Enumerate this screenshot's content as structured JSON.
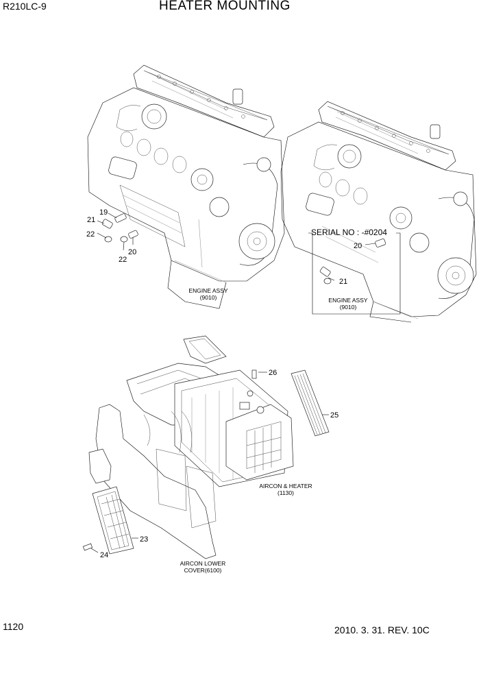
{
  "header": {
    "model": "R210LC-9",
    "title": "HEATER MOUNTING"
  },
  "footer": {
    "page_number": "1120",
    "revision": "2010. 3. 31. REV. 10C"
  },
  "callouts": {
    "left_engine": [
      "19",
      "21",
      "22",
      "22",
      "20"
    ],
    "right_engine": [
      "20",
      "21"
    ],
    "hvac": [
      "26",
      "25",
      "23",
      "24"
    ]
  },
  "serial_note": "SERIAL NO : -#0204",
  "captions": {
    "engine_left": [
      "ENGINE ASSY",
      "(9010)"
    ],
    "engine_right": [
      "ENGINE ASSY",
      "(9010)"
    ],
    "aircon_heater": [
      "AIRCON & HEATER",
      "(1130)"
    ],
    "aircon_lower_cover": [
      "AIRCON LOWER",
      "COVER(6100)"
    ]
  }
}
